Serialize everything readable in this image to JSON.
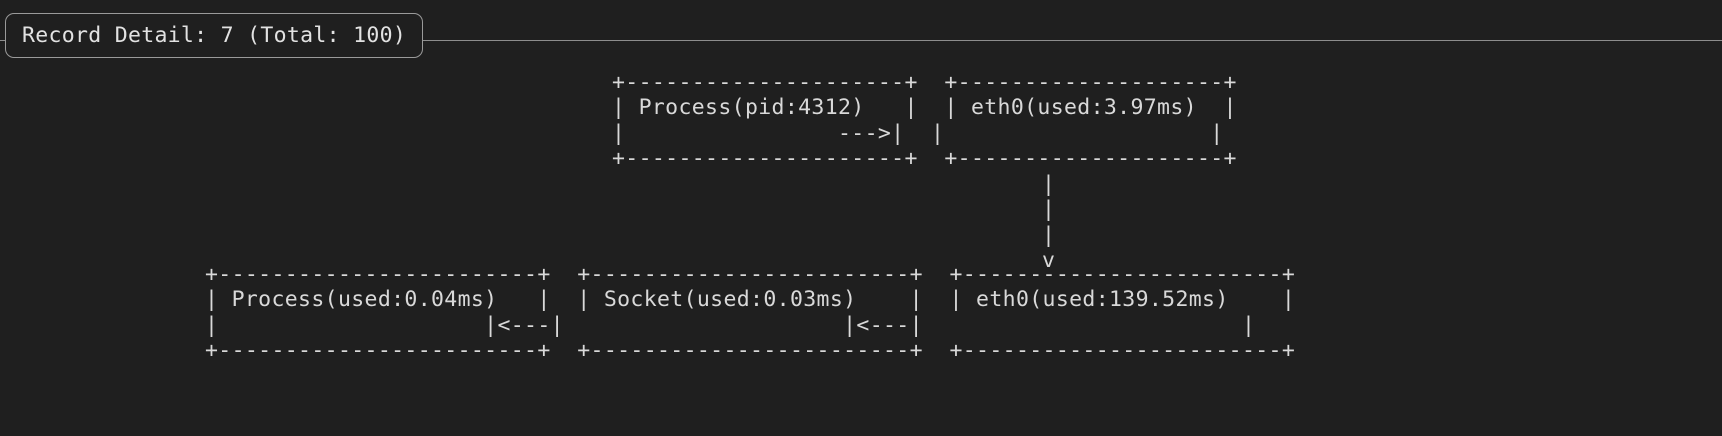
{
  "window": {
    "background_color": "#1f1f1f",
    "foreground_color": "#d6d6d6",
    "border_color": "#9a9a9a"
  },
  "header": {
    "title": "Record Detail: 7 (Total: 100)",
    "record_index": 7,
    "record_total": 100
  },
  "diagram": {
    "type": "ascii-flow",
    "nodes": [
      {
        "id": "proc-top",
        "label": "Process(pid:4312)",
        "row": "top",
        "column": 1
      },
      {
        "id": "eth0-top",
        "label": "eth0(used:3.97ms)",
        "row": "top",
        "column": 2
      },
      {
        "id": "proc-bot",
        "label": "Process(used:0.04ms)",
        "row": "bottom",
        "column": 1
      },
      {
        "id": "socket-bot",
        "label": "Socket(used:0.03ms)",
        "row": "bottom",
        "column": 2
      },
      {
        "id": "eth0-bot",
        "label": "eth0(used:139.52ms)",
        "row": "bottom",
        "column": 3
      }
    ],
    "edges": [
      {
        "from": "proc-top",
        "to": "eth0-top",
        "glyph": "--->",
        "direction": "right"
      },
      {
        "from": "eth0-top",
        "to": "eth0-bot",
        "glyph": "v",
        "direction": "down"
      },
      {
        "from": "eth0-bot",
        "to": "socket-bot",
        "glyph": "<---",
        "direction": "left"
      },
      {
        "from": "socket-bot",
        "to": "proc-bot",
        "glyph": "<---",
        "direction": "left"
      }
    ],
    "art": {
      "row_top": "+---------------------+  +--------------------+\n| Process(pid:4312)   |  | eth0(used:3.97ms)  |\n|                --->|  |                    |\n+---------------------+  +--------------------+",
      "row_middle": "|\n|\n|\nv",
      "row_bottom": "+------------------------+  +------------------------+  +------------------------+\n| Process(used:0.04ms)   |  | Socket(used:0.03ms)    |  | eth0(used:139.52ms)    |\n|                    |<---|                     |<---|                        |\n+------------------------+  +------------------------+  +------------------------+"
    }
  }
}
